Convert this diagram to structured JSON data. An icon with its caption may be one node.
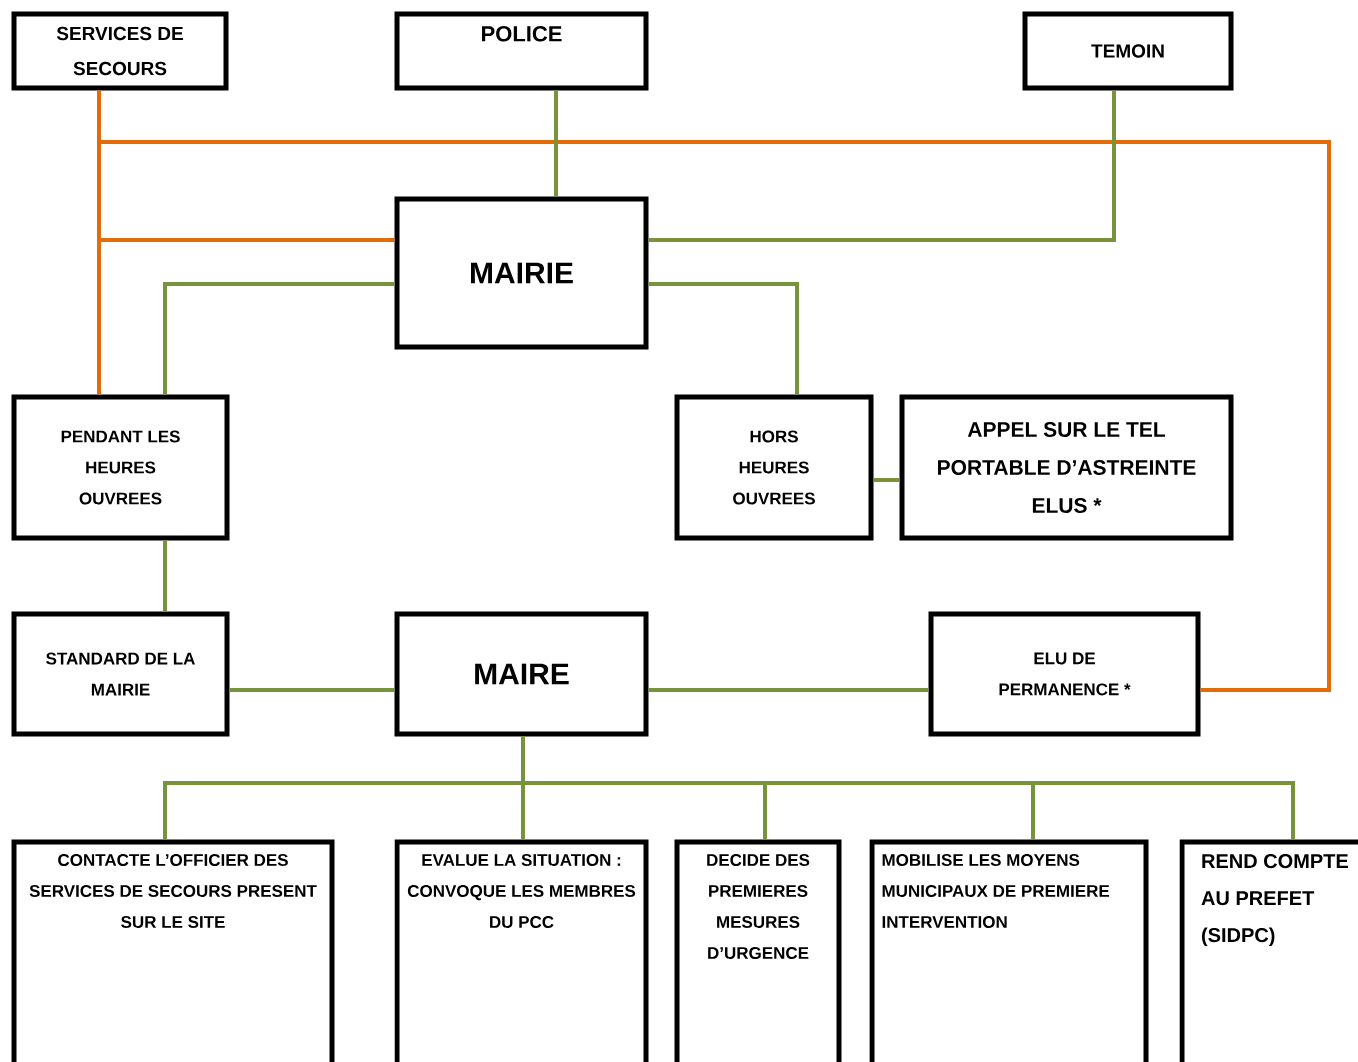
{
  "diagram": {
    "nodes": [
      {
        "text": [
          "SERVICES DE SECOURS"
        ]
      },
      {
        "text": [
          "POLICE"
        ]
      },
      {
        "text": [
          "TEMOIN"
        ]
      },
      {
        "text": [
          "MAIRIE"
        ]
      },
      {
        "text": [
          "PENDANT LES HEURES OUVREES"
        ]
      },
      {
        "text": [
          "HORS HEURES OUVREES"
        ]
      },
      {
        "text": [
          "APPEL SUR LE TEL PORTABLE D’ASTREINTE ELUS *"
        ]
      },
      {
        "text": [
          "STANDARD DE LA MAIRIE"
        ]
      },
      {
        "text": [
          "MAIRE"
        ]
      },
      {
        "text": [
          "ELU DE PERMANENCE *"
        ]
      },
      {
        "text": [
          "CONTACTE L’OFFICIER DES SERVICES DE SECOURS PRESENT SUR LE SITE"
        ]
      },
      {
        "text": [
          "EVALUE LA SITUATION : CONVOQUE LES MEMBRES DU PCC"
        ]
      },
      {
        "text": [
          "DECIDE DES PREMIERES MESURES D’URGENCE"
        ]
      },
      {
        "text": [
          "MOBILISE LES MOYENS MUNICIPAUX DE PREMIERE INTERVENTION"
        ]
      },
      {
        "text": [
          "REND COMPTE AU PREFET (SIDPC)"
        ]
      }
    ],
    "edges": [
      {
        "from": 0,
        "to": 3,
        "arrow": "none",
        "color": "#e36c09"
      },
      {
        "from": 0,
        "to": 4,
        "arrow": "none",
        "color": "#e36c09"
      },
      {
        "from": 0,
        "to": 9,
        "arrow": "none",
        "color": "#e36c09"
      },
      {
        "from": 1,
        "to": 3,
        "arrow": "none"
      },
      {
        "from": 2,
        "to": 3,
        "arrow": "none"
      },
      {
        "from": 3,
        "to": 4,
        "arrow": "none"
      },
      {
        "from": 3,
        "to": 5,
        "arrow": "none"
      },
      {
        "from": 5,
        "to": 6,
        "arrow": "none"
      },
      {
        "from": 4,
        "to": 7,
        "arrow": "none"
      },
      {
        "from": 7,
        "to": 8,
        "arrow": "none"
      },
      {
        "from": 8,
        "to": 9,
        "arrow": "none"
      },
      {
        "from": 8,
        "to": 10,
        "arrow": "none"
      },
      {
        "from": 8,
        "to": 11,
        "arrow": "none"
      },
      {
        "from": 8,
        "to": 12,
        "arrow": "none"
      },
      {
        "from": 8,
        "to": 13,
        "arrow": "none"
      },
      {
        "from": 8,
        "to": 14,
        "arrow": "none"
      }
    ]
  }
}
